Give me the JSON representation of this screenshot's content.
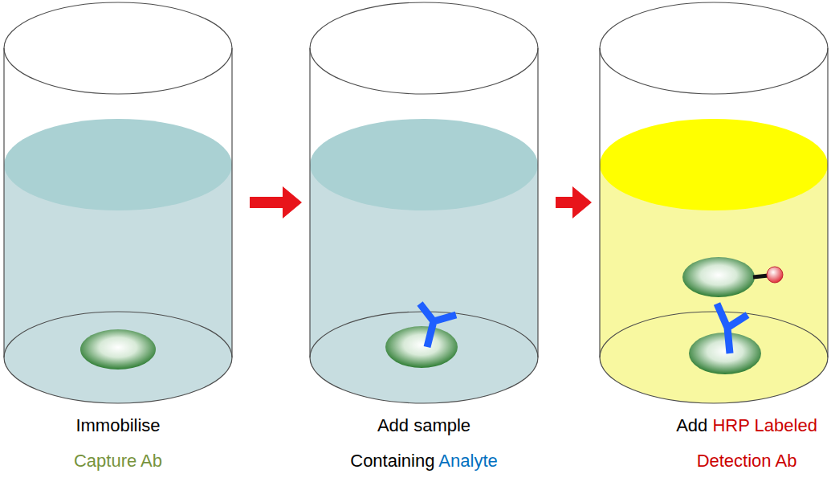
{
  "diagram": {
    "nodes": [
      {
        "text": [
          "Immobilise",
          "Capture Ab"
        ]
      },
      {
        "text": [
          "Add sample Containing",
          "Analyte"
        ]
      },
      {
        "text": [
          "Add",
          "HRP Labeled Detection Ab"
        ]
      }
    ],
    "edges": [
      {
        "from": 0,
        "to": 1,
        "arrow": "to"
      },
      {
        "from": 1,
        "to": 2,
        "arrow": "to"
      }
    ]
  }
}
